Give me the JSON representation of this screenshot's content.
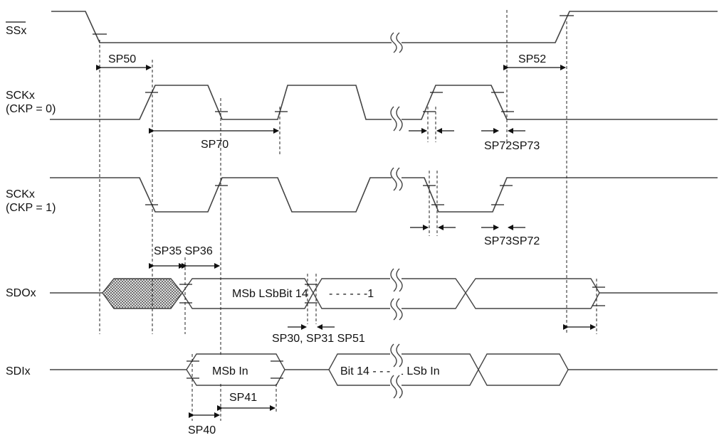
{
  "signals": {
    "ssx": "SSx",
    "sckx_ckp0": [
      "SCKx",
      "(CKP = 0)"
    ],
    "sckx_ckp1": [
      "SCKx",
      "(CKP = 1)"
    ],
    "sdox": "SDOx",
    "sdix": "SDIx"
  },
  "timing": {
    "sp50": "SP50",
    "sp52": "SP52",
    "sp70": "SP70",
    "sp72_sp73": "SP72SP73",
    "sp73_sp72": "SP73SP72",
    "sp35_sp36": "SP35 SP36",
    "sp30_sp31_sp51": "SP30, SP31 SP51",
    "sp41": "SP41",
    "sp40": "SP40"
  },
  "bits": {
    "sdo_msb_lsb_bit14": "MSb LSbBit 14",
    "sdo_dashes_1": "- - - - - -1",
    "sdi_msb_in": "MSb In",
    "sdi_bit14_lsb_in": "Bit 14 - - - -1 LSb In"
  }
}
